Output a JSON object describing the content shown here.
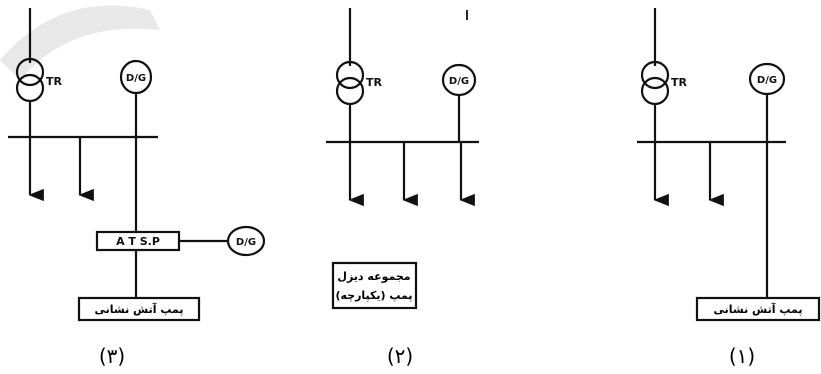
{
  "labels": {
    "transformer": "TR",
    "generator": "D/G",
    "switch_panel": "A T S.P"
  },
  "diagrams": [
    {
      "number": "(۳)",
      "pump_label": "پمپ آتش نشانی"
    },
    {
      "number": "(۲)",
      "pump_label_line1": "مجموعه دیزل",
      "pump_label_line2": "پمپ (یکپارچه)"
    },
    {
      "number": "(۱)",
      "pump_label": "پمپ آتش نشانی"
    }
  ]
}
